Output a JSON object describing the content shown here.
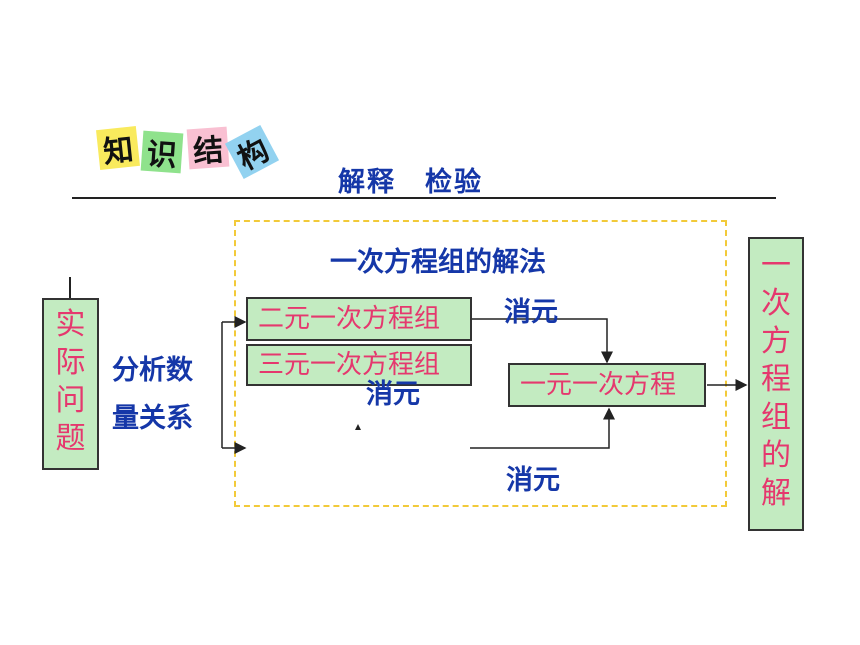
{
  "header": {
    "badge_chars": [
      "知",
      "识",
      "结",
      "构"
    ],
    "top_label": "解释　检验"
  },
  "dashed_region": {
    "title": "一次方程组的解法"
  },
  "left_box": {
    "text": "实\n际\n问\n题"
  },
  "analysis_label": {
    "line1": "分析数",
    "line2": "量关系"
  },
  "boxes": {
    "two_var": "二元一次方程组",
    "three_var": "三元一次方程组",
    "one_var": "一元一次方程"
  },
  "eliminate_labels": {
    "top": "消元",
    "middle": "消元",
    "bottom": "消元"
  },
  "right_box": {
    "text": "一\n次\n方\n程\n组\n的\n解"
  },
  "colors": {
    "blue_text": "#1537a8",
    "box_fill": "#c3ebc1",
    "box_text": "#e5386e",
    "dash": "#f2ca3a"
  }
}
